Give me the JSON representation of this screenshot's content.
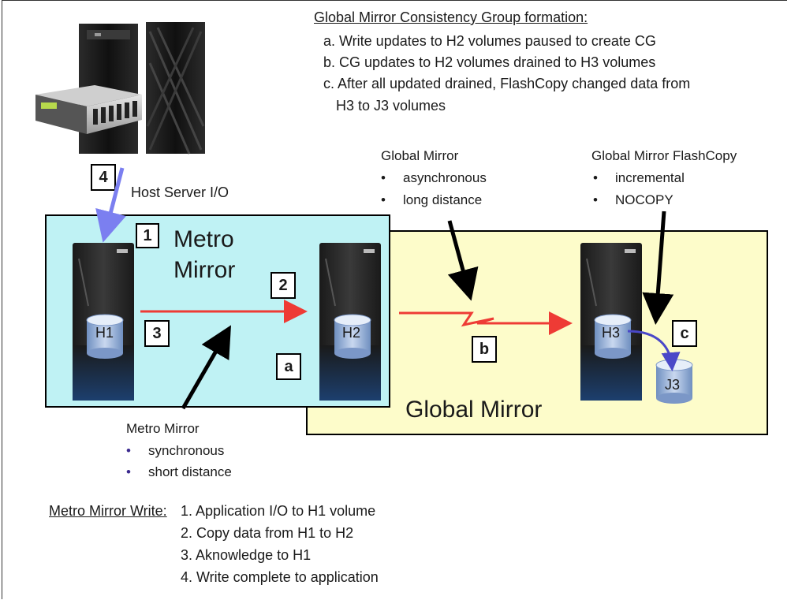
{
  "header": {
    "title": "Global Mirror Consistency Group formation:",
    "steps": [
      "a. Write updates to H2 volumes paused to create CG",
      "b. CG updates to H2 volumes drained to H3 volumes",
      "c. After all updated drained, FlashCopy changed data from",
      "H3 to J3 volumes"
    ]
  },
  "host": {
    "io_label": "Host Server I/O"
  },
  "step_boxes": {
    "s1": "1",
    "s2": "2",
    "s3": "3",
    "s4": "4",
    "sa": "a",
    "sb": "b",
    "sc": "c"
  },
  "regions": {
    "metro_title_line1": "Metro",
    "metro_title_line2": "Mirror",
    "global_title": "Global Mirror"
  },
  "volumes": {
    "h1": "H1",
    "h2": "H2",
    "h3": "H3",
    "j3": "J3"
  },
  "global_mirror_note": {
    "title": "Global Mirror",
    "bullet": "•",
    "items": [
      "asynchronous",
      "long distance"
    ]
  },
  "flashcopy_note": {
    "title": "Global Mirror FlashCopy",
    "bullet": "•",
    "items": [
      "incremental",
      "NOCOPY"
    ]
  },
  "metro_note": {
    "title": "Metro Mirror",
    "bullet": "•",
    "items": [
      "synchronous",
      "short distance"
    ]
  },
  "metro_write": {
    "label": "Metro Mirror Write:",
    "steps": [
      "1. Application I/O to H1 volume",
      "2. Copy data from H1 to H2",
      "3. Aknowledge to H1",
      "4. Write complete to application"
    ]
  },
  "colors": {
    "metro_region": "#bff2f4",
    "global_region": "#fdfcca",
    "link_red": "#ee3b35",
    "host_arrow": "#7b7ff0",
    "flash_arrow": "#4a48c8"
  }
}
